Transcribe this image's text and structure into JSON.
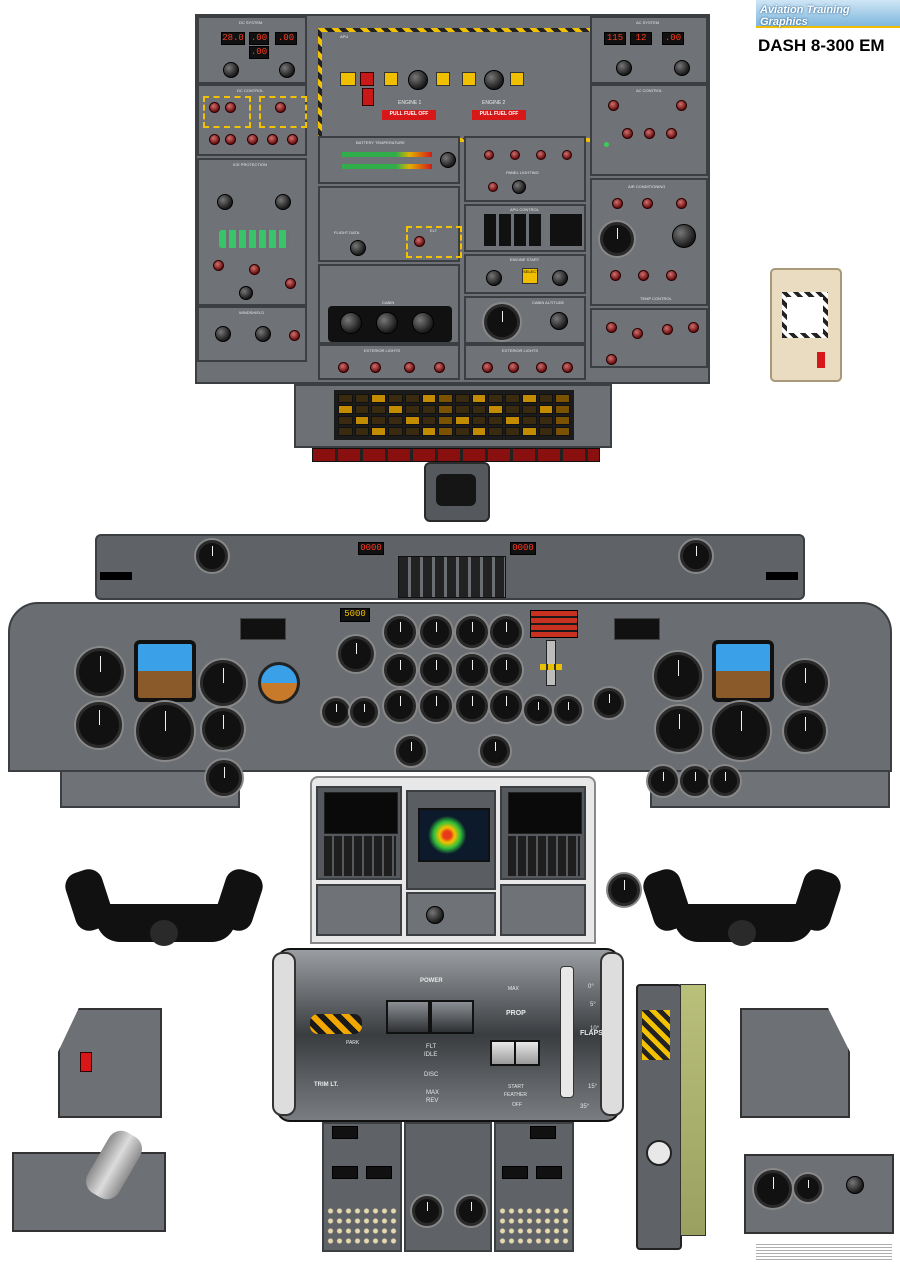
{
  "branding": {
    "company": "Aviation Training Graphics",
    "model": "DASH 8-300 EM"
  },
  "overhead": {
    "dc_system": {
      "title": "DC SYSTEM",
      "dc_volts_readout": "28.0",
      "main_batt_readout": ".00",
      "load_readout": ".00",
      "aux_batt_readout": ".00"
    },
    "dc_control": {
      "title": "DC CONTROL"
    },
    "ice_protection": {
      "title": "ICE PROTECTION"
    },
    "windshield": {
      "title": "WINDSHIELD"
    },
    "apu": {
      "title": "APU"
    },
    "engine_labels": [
      "ENGINE 1",
      "ENGINE 2"
    ],
    "pull_fuel_off": [
      "PULL FUEL OFF",
      "PULL FUEL OFF"
    ],
    "battery_temperature": {
      "title": "BATTERY TEMPERATURE"
    },
    "flight_data": {
      "title": "FLIGHT DATA"
    },
    "elt": {
      "title": "ELT"
    },
    "cabin": {
      "title": "CABIN"
    },
    "exterior_lights_left": {
      "title": "EXTERIOR LIGHTS"
    },
    "panel_lighting": {
      "title": "PANEL LIGHTING"
    },
    "apu_control": {
      "title": "APU CONTROL"
    },
    "engine_start": {
      "title": "ENGINE START",
      "select_label": "SELECT"
    },
    "cabin_altitude": {
      "title": "CABIN ALTITUDE"
    },
    "exterior_lights_right": {
      "title": "EXTERIOR LIGHTS"
    },
    "ac_system": {
      "title": "AC SYSTEM",
      "readout_1": "115",
      "readout_2": "12",
      "readout_3": ".00"
    },
    "ac_control": {
      "title": "AC CONTROL"
    },
    "air_conditioning": {
      "title": "AIR CONDITIONING"
    },
    "temp_control": {
      "title": "TEMP CONTROL"
    }
  },
  "glareshield": {
    "altitude_preselect": "5000",
    "left_readout": "0000",
    "right_readout": "0000"
  },
  "controls": {
    "trim_label": "TRIM LT.",
    "power_lever_labels": [
      "POWER",
      "FLT",
      "IDLE",
      "DISC",
      "MAX",
      "REV"
    ],
    "prop_labels": [
      "PROP",
      "MAX",
      "START",
      "FEATHER",
      "OFF"
    ],
    "flaps_label": "FLAPS",
    "flap_positions": [
      "0°",
      "5°",
      "10°",
      "15°",
      "35°"
    ],
    "park_label": "PARK"
  }
}
